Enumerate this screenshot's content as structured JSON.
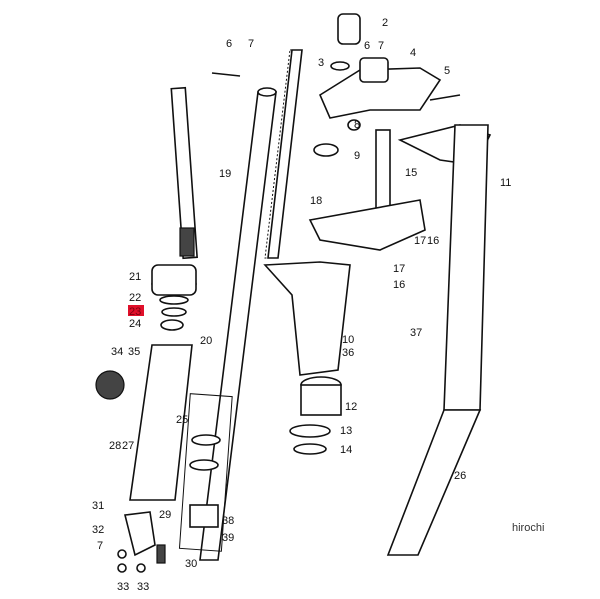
{
  "diagram": {
    "highlight_color": "#e0102a",
    "watermark": "hirochi",
    "highlighted_part": "23",
    "labels": [
      "2",
      "6",
      "7",
      "6",
      "7",
      "3",
      "4",
      "5",
      "8",
      "9",
      "11",
      "15",
      "18",
      "19",
      "17",
      "16",
      "21",
      "22",
      "23",
      "24",
      "20",
      "17",
      "16",
      "10",
      "36",
      "37",
      "34",
      "35",
      "25",
      "12",
      "13",
      "14",
      "26",
      "28",
      "27",
      "31",
      "29",
      "32",
      "7",
      "30",
      "33",
      "33",
      "38",
      "39"
    ]
  }
}
